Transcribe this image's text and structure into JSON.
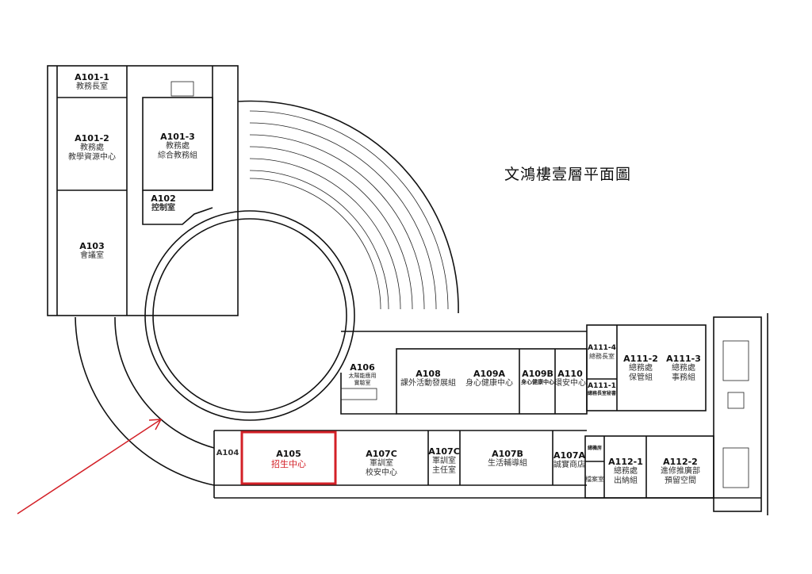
{
  "title": "文鴻樓壹層平面圖",
  "highlight_color": "#d32027",
  "rooms": [
    {
      "id": "A101-1",
      "name": "教務長室"
    },
    {
      "id": "A101-2",
      "name": "教務處",
      "name2": "教學資源中心"
    },
    {
      "id": "A101-3",
      "name": "教務處",
      "name2": "綜合教務組"
    },
    {
      "id": "A102",
      "name": "控制室"
    },
    {
      "id": "A103",
      "name": "會議室"
    },
    {
      "id": "A104"
    },
    {
      "id": "A105",
      "name": "招生中心"
    },
    {
      "id": "A106",
      "name": "太陽能應用",
      "name2": "實驗室"
    },
    {
      "id": "A107C",
      "name": "軍訓室",
      "name2": "校安中心"
    },
    {
      "id": "A107C",
      "name": "軍訓室",
      "name2": "主任室"
    },
    {
      "id": "A107B",
      "name": "生活輔導組"
    },
    {
      "id": "A107A",
      "name": "誠實商店"
    },
    {
      "id": "A108",
      "name": "課外活動發展組"
    },
    {
      "id": "A109A",
      "name": "身心健康中心"
    },
    {
      "id": "A109B",
      "name": "身心健康中心"
    },
    {
      "id": "A110",
      "name": "環安中心"
    },
    {
      "id": "A111-4",
      "name": "總務長室"
    },
    {
      "id": "A111-1",
      "name": "總務長室秘書"
    },
    {
      "id": "A111-2",
      "name": "總務處",
      "name2": "保管組"
    },
    {
      "id": "A111-3",
      "name": "總務處",
      "name2": "事務組"
    },
    {
      "id": "A112-1",
      "name": "總務處",
      "name2": "出納組"
    },
    {
      "id": "A112-2",
      "name": "進修推廣部",
      "name2": "預留空間"
    },
    {
      "name": "總機房"
    },
    {
      "name": "檔案室"
    }
  ]
}
